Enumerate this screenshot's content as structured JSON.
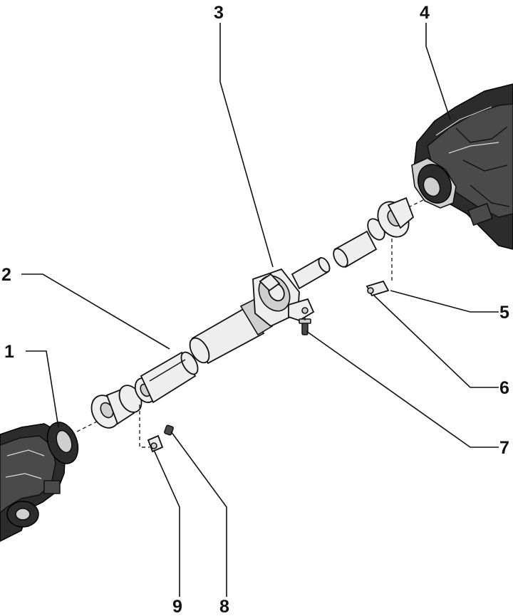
{
  "callouts": [
    {
      "id": "1",
      "label": "1"
    },
    {
      "id": "2",
      "label": "2"
    },
    {
      "id": "3",
      "label": "3"
    },
    {
      "id": "4",
      "label": "4"
    },
    {
      "id": "5",
      "label": "5"
    },
    {
      "id": "6",
      "label": "6"
    },
    {
      "id": "7",
      "label": "7"
    },
    {
      "id": "8",
      "label": "8"
    },
    {
      "id": "9",
      "label": "9"
    }
  ],
  "colors": {
    "ink": "#111111",
    "housing": "#3f3f3f",
    "shaft": "#eeeeee",
    "background": "#ffffff"
  }
}
